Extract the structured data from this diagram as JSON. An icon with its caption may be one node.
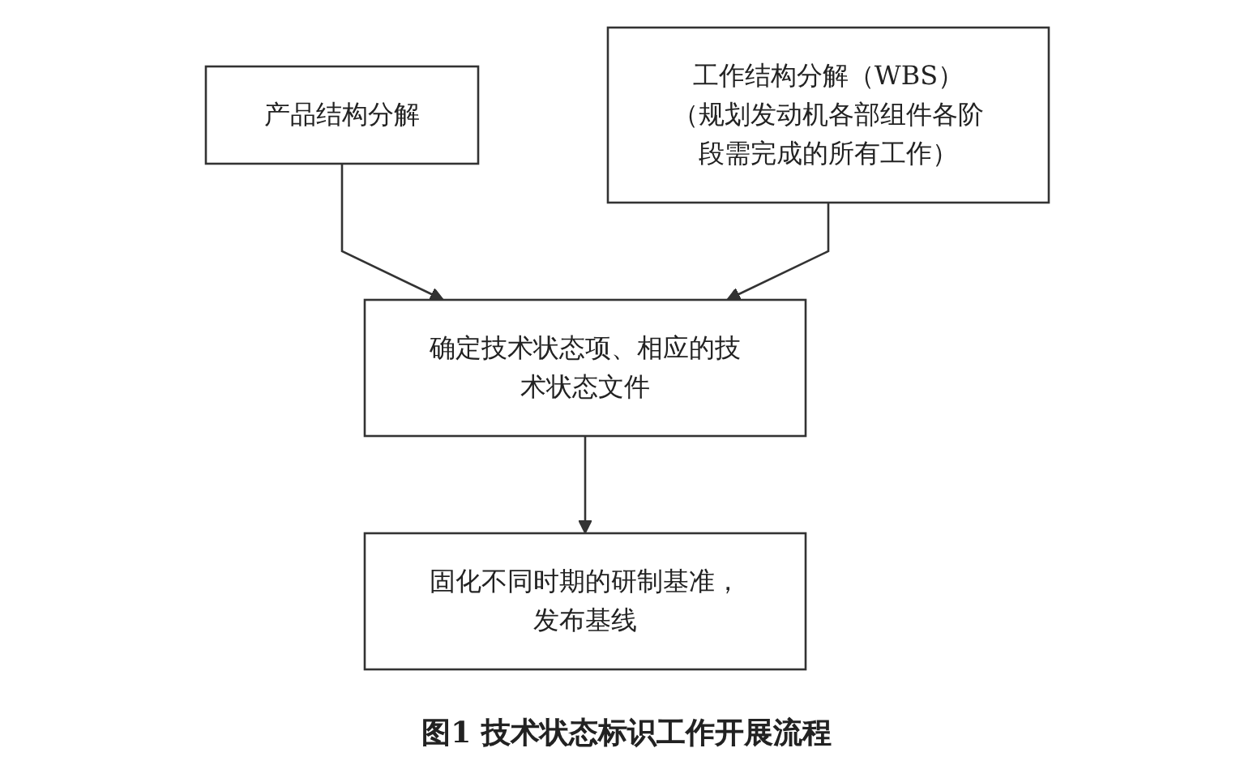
{
  "diagram": {
    "caption": "图1 技术状态标识工作开展流程",
    "nodes": [
      {
        "text": [
          "产品结构分解"
        ]
      },
      {
        "text": [
          "工作结构分解（WBS）",
          "（规划发动机各部组件各阶段需完成的所有工作）"
        ]
      },
      {
        "text": [
          "确定技术状态项、相应的技术状态文件"
        ]
      },
      {
        "text": [
          "固化不同时期的研制基准，发布基线"
        ]
      }
    ],
    "edges": [
      {
        "from": 0,
        "to": 2,
        "arrow": "to"
      },
      {
        "from": 1,
        "to": 2,
        "arrow": "to"
      },
      {
        "from": 2,
        "to": 3,
        "arrow": "to"
      }
    ]
  }
}
